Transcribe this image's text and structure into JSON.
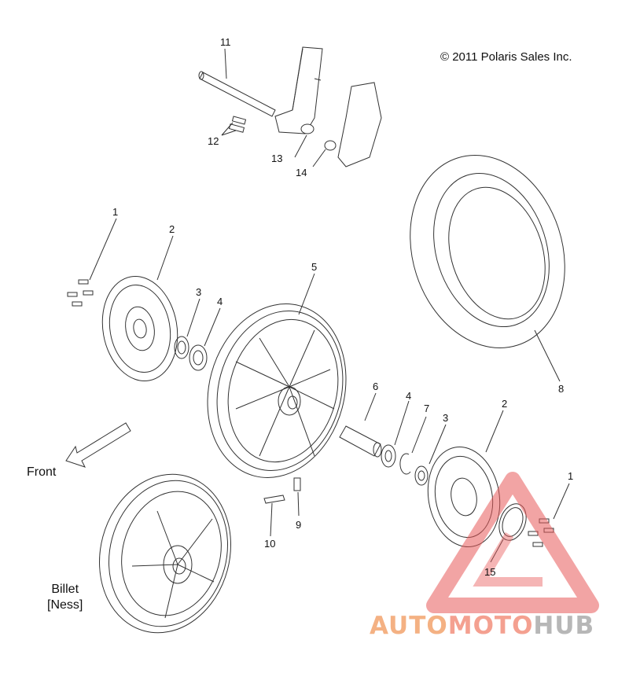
{
  "copyright": "© 2011 Polaris Sales Inc.",
  "front_label": "Front",
  "variant_label_line1": "Billet",
  "variant_label_line2": "[Ness]",
  "watermark": {
    "part1": "AUTO",
    "part2": "MOTO",
    "part3": "HUB"
  },
  "callouts": {
    "c1a": "1",
    "c2a": "2",
    "c3a": "3",
    "c4a": "4",
    "c5": "5",
    "c6": "6",
    "c4b": "4",
    "c7": "7",
    "c3b": "3",
    "c2b": "2",
    "c8": "8",
    "c1b": "1",
    "c9": "9",
    "c10": "10",
    "c11": "11",
    "c12": "12",
    "c13": "13",
    "c14": "14",
    "c15": "15"
  },
  "colors": {
    "line": "#333333",
    "watermark_red": "#e85a5a"
  }
}
